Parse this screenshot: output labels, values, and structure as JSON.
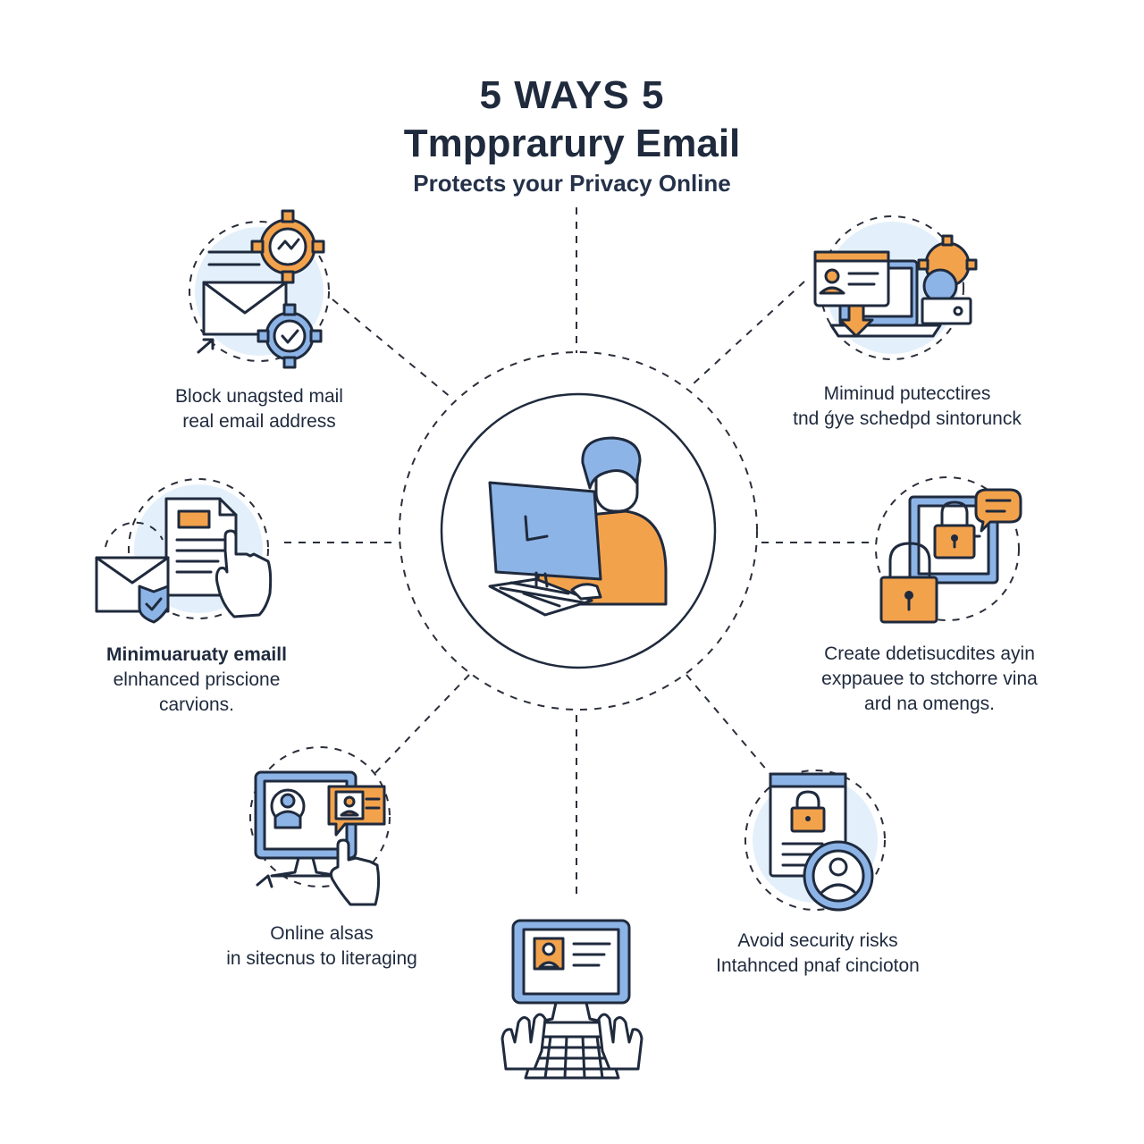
{
  "title": {
    "line1": "5 WAYS 5",
    "line2": "Tmpprarury Email",
    "subtitle": "Protects your Privacy Online"
  },
  "items": [
    {
      "id": "top-left",
      "icon": "email-gears-icon",
      "lines": [
        "Block unagsted mail",
        "real email address"
      ]
    },
    {
      "id": "top-right",
      "icon": "profile-download-lock-icon",
      "lines": [
        "Miminud putecctires",
        "tnd ǵye schedpd sintorunck"
      ]
    },
    {
      "id": "mid-left",
      "icon": "document-shield-email-icon",
      "lines": [
        "Minimuaruaty emaill",
        "elnhanced priscione",
        "carvions."
      ]
    },
    {
      "id": "mid-right",
      "icon": "padlock-chat-icon",
      "lines": [
        "Create ddetisucdites ayin",
        "exppauee to stchorre vina",
        "ard na omengs."
      ]
    },
    {
      "id": "bottom-left",
      "icon": "profile-monitor-icon",
      "lines": [
        "Online alsas",
        "in sitecnus to literaging"
      ]
    },
    {
      "id": "bottom-right",
      "icon": "locked-document-user-icon",
      "lines": [
        "Avoid security risks",
        "Intahnced pnaf cincioton"
      ]
    }
  ],
  "colors": {
    "navy": "#1f2a3d",
    "blue": "#7aa7e0",
    "blue_light": "#e3f0fb",
    "orange": "#f3a24c",
    "dash": "#2a2f3a"
  }
}
